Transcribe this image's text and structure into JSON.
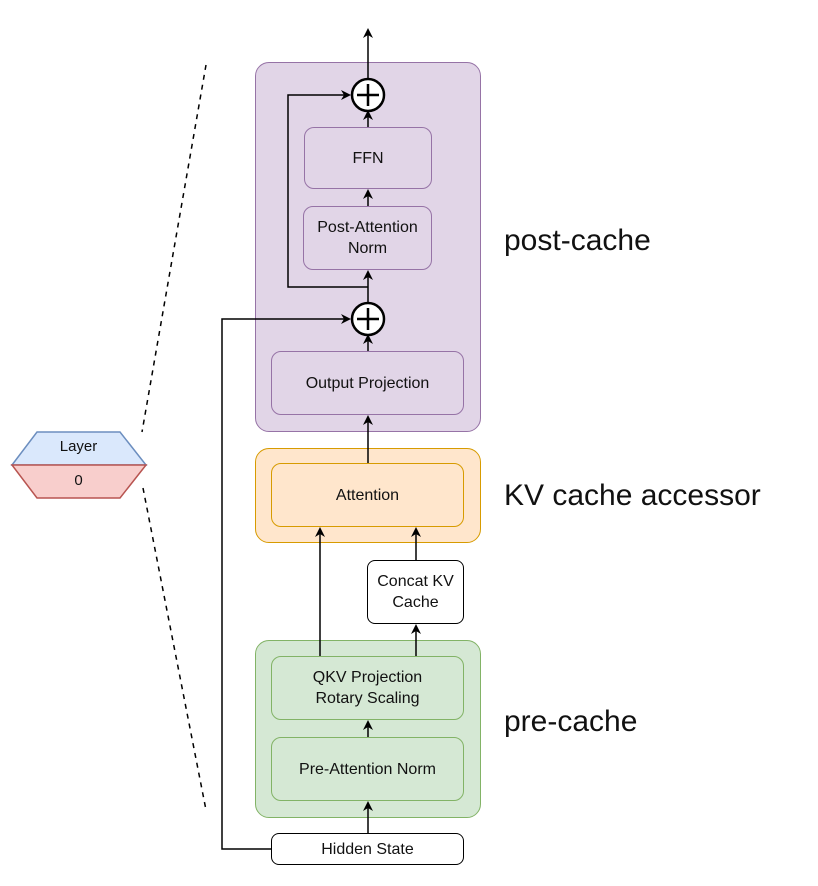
{
  "layer_badge": {
    "label": "Layer",
    "index": "0"
  },
  "sections": {
    "post_cache": "post-cache",
    "kv_cache_accessor": "KV cache accessor",
    "pre_cache": "pre-cache"
  },
  "nodes": {
    "ffn": "FFN",
    "post_attention_norm_line1": "Post-Attention",
    "post_attention_norm_line2": "Norm",
    "output_projection": "Output Projection",
    "attention": "Attention",
    "concat_kv_cache_line1": "Concat KV",
    "concat_kv_cache_line2": "Cache",
    "qkv_projection_line1": "QKV Projection",
    "qkv_projection_line2": "Rotary Scaling",
    "pre_attention_norm": "Pre-Attention Norm",
    "hidden_state": "Hidden State"
  },
  "colors": {
    "post_cache_fill": "#e1d5e7",
    "post_cache_stroke": "#9673a6",
    "kv_fill": "#ffe6cc",
    "kv_stroke": "#d79b00",
    "pre_cache_fill": "#d5e8d4",
    "pre_cache_stroke": "#82b366",
    "layer_top": "#dae8fc",
    "layer_bottom": "#f8cecc"
  }
}
